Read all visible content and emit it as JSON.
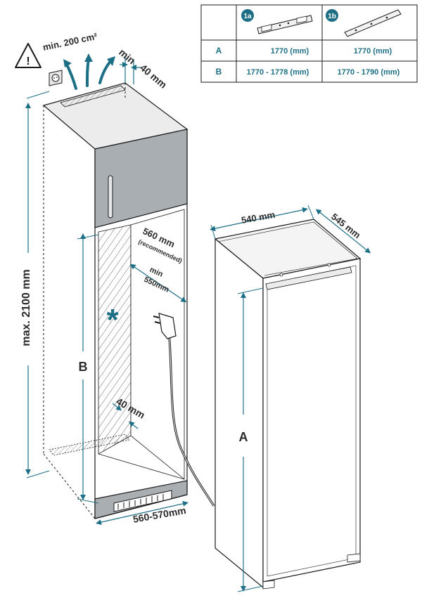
{
  "table": {
    "header_1a": "1a",
    "header_1b": "1b",
    "row_a_label": "A",
    "row_a_1a": "1770 (mm)",
    "row_a_1b": "1770 (mm)",
    "row_b_label": "B",
    "row_b_1a": "1770 - 1778  (mm)",
    "row_b_1b": "1770 - 1790 (mm)"
  },
  "niche": {
    "vent_area": "min. 200 cm²",
    "gap_top_min": "min",
    "gap_top_value": "40 mm",
    "height_max": "max. 2100 mm",
    "depth_recommended": "560 mm",
    "depth_recommended_note": "(recommended)",
    "depth_min_label": "min",
    "depth_min_value": "550mm",
    "back_gap": "40 mm",
    "width_range": "560-570mm",
    "label_b": "B",
    "asterisk": "*",
    "socket_symbol": "socket-icon",
    "warning_symbol": "warning-icon"
  },
  "appliance": {
    "width": "540 mm",
    "depth": "545 mm",
    "label_a": "A"
  },
  "colors": {
    "teal": "#1d6f86",
    "line": "#1a1a1a",
    "cabinet_gray": "#9aa0a4",
    "hatch": "#555555"
  }
}
